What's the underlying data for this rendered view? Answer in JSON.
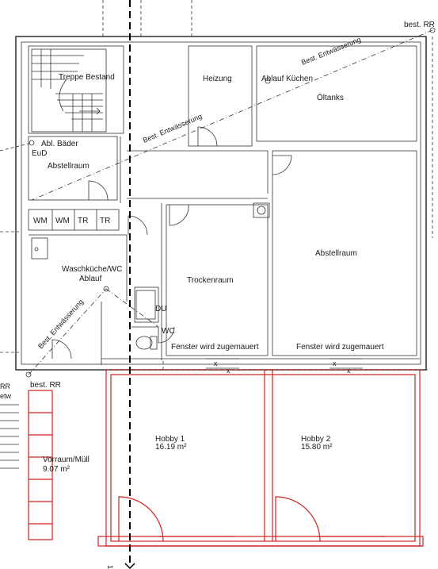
{
  "rooms": {
    "treppe": "Treppe Bestand",
    "heizung": "Heizung",
    "ablauf_kuechen": "Ablauf Küchen",
    "oeltanks": "Öltanks",
    "abl_baeder": "Abl. Bäder",
    "eud": "EuD",
    "abstellraum_left": "Abstellraum",
    "waschkueche": "Waschküche/WC",
    "ablauf": "Ablauf",
    "trockenraum": "Trockenraum",
    "abstellraum_right": "Abstellraum",
    "du": "DU",
    "wc": "WC",
    "fenster_1": "Fenster wird zugemauert",
    "fenster_2": "Fenster wird zugemauert",
    "hobby1_name": "Hobby 1",
    "hobby1_area": "16.19 m²",
    "hobby2_name": "Hobby 2",
    "hobby2_area": "15.80 m²",
    "vorraum_name": "Vorraum/Müll",
    "vorraum_area": "9.07 m²"
  },
  "appliances": [
    "WM",
    "WM",
    "TR",
    "TR"
  ],
  "annotations": {
    "best_rr_top": "best. RR",
    "best_rr_left": "best. RR",
    "rr_edge": "RR",
    "etw_edge": "etw",
    "entwaesserung_1": "Best. Entwässerung",
    "entwaesserung_2": "Best. Entwässerung",
    "entwaesserung_3": "Best. Entwässerung",
    "section_mark": "1"
  },
  "colors": {
    "existing_walls": "#222222",
    "new_construction": "#d42020"
  }
}
